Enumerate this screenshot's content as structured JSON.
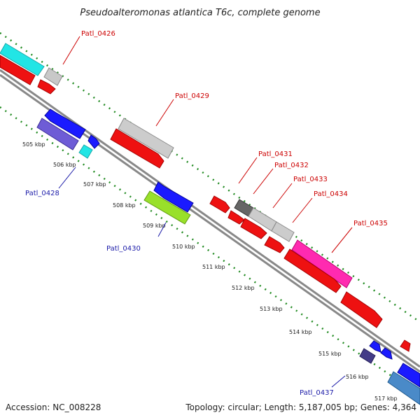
{
  "title": "Pseudoalteromonas atlantica T6c, complete genome",
  "footer": {
    "accession": "Accession: NC_008228",
    "summary": "Topology: circular; Length: 5,187,005 bp; Genes: 4,364"
  },
  "colors": {
    "forward_label": "#cc0000",
    "reverse_label": "#1a1aa8",
    "backbone": "#888888",
    "ticks": "#228b22"
  },
  "scale": {
    "tick_labels": [
      "505 kbp",
      "506 kbp",
      "507 kbp",
      "508 kbp",
      "509 kbp",
      "510 kbp",
      "511 kbp",
      "512 kbp",
      "513 kbp",
      "514 kbp",
      "515 kbp",
      "516 kbp",
      "517 kbp"
    ]
  },
  "gene_labels": {
    "forward": [
      "Patl_0426",
      "Patl_0429",
      "Patl_0431",
      "Patl_0432",
      "Patl_0433",
      "Patl_0434",
      "Patl_0435"
    ],
    "reverse": [
      "Patl_0428",
      "Patl_0430",
      "Patl_0437"
    ]
  }
}
